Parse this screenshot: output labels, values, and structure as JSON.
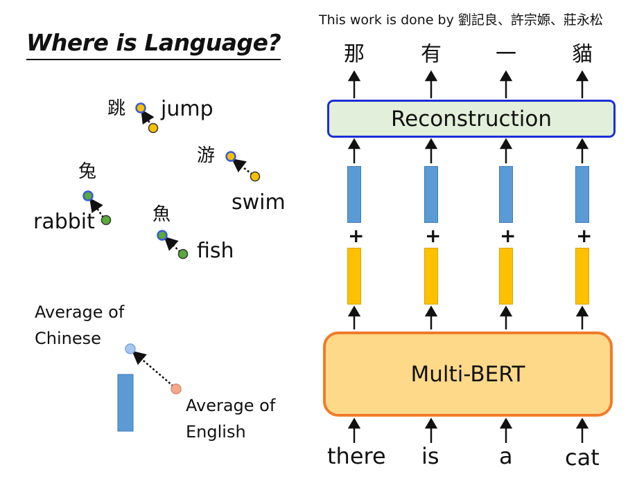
{
  "title": "Where is Language?",
  "credit": "This work is done by 劉記良、許宗嫄、莊永松",
  "embedding_pairs": [
    {
      "zh": "跳",
      "en": "jump",
      "color": "#f5c000"
    },
    {
      "zh": "游",
      "en": "swim",
      "color": "#f5c000"
    },
    {
      "zh": "兔",
      "en": "rabbit",
      "color": "#5aaa3c"
    },
    {
      "zh": "魚",
      "en": "fish",
      "color": "#5aaa3c"
    }
  ],
  "average_chinese": "Average of Chinese",
  "average_english": "Average of English",
  "average_chinese_lines": [
    "Average of",
    "Chinese"
  ],
  "average_english_lines": [
    "Average of",
    "English"
  ],
  "reconstruction_label": "Reconstruction",
  "encoder_label": "Multi-BERT",
  "plus_sign": "+",
  "outputs": [
    "那",
    "有",
    "一",
    "貓"
  ],
  "inputs": [
    "there",
    "is",
    "a",
    "cat"
  ],
  "colors": {
    "chinese_point": "#3b5bd6",
    "vector_blue": "#5b9bd5",
    "vector_yellow": "#ffc000",
    "reconstruction_fill": "#e2efda",
    "reconstruction_border": "#1a2fd6",
    "encoder_fill": "#ffd98a",
    "encoder_border": "#f07b2b"
  }
}
